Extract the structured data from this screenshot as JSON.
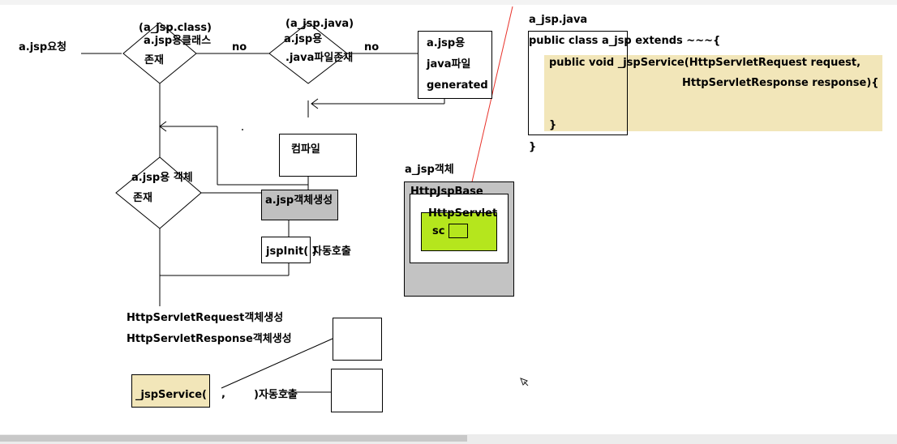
{
  "flowchart": {
    "request_label": "a.jsp요청",
    "class_file_note": "(a_jsp.class)",
    "class_decision": [
      "a.jsp용클래스",
      "존재"
    ],
    "no_label_1": "no",
    "java_file_note": "(a_jsp.java)",
    "java_decision": [
      "a.jsp용",
      ".java파일존재"
    ],
    "no_label_2": "no",
    "generated_box": [
      "a.jsp용",
      "java파일",
      "generated"
    ],
    "compile_box": "컴파일",
    "object_decision": [
      "a.jsp용 객체",
      "존재"
    ],
    "create_object_box": "a.jsp객체생성",
    "jspinit_box": "jspInit( )",
    "jspinit_suffix": "자동호출",
    "request_object": "HttpServletRequest객체생성",
    "response_object": "HttpServletResponse객체생성",
    "jspservice_box": "_jspService(",
    "jspservice_comma": ",",
    "jspservice_suffix": ")자동호출"
  },
  "object_model": {
    "title": "a_jsp객체",
    "outer_label": "HttpJspBase",
    "inner_label": "HttpServlet",
    "sc_label": "sc"
  },
  "code": {
    "filename": "a_jsp.java",
    "line1": "public class a_jsp extends ~~~{",
    "line2": "public void _jspService(HttpServletRequest request,",
    "line3": "HttpServletResponse response){",
    "line4": "}",
    "line5": "}"
  },
  "colors": {
    "code_highlight": "#f2e6b9",
    "create_box_fill": "#c0c0c0",
    "jspservice_fill": "#f2e6b9",
    "object_outer_fill": "#c3c3c3",
    "green_fill": "#b5e61d",
    "red_line": "#e8322a"
  }
}
